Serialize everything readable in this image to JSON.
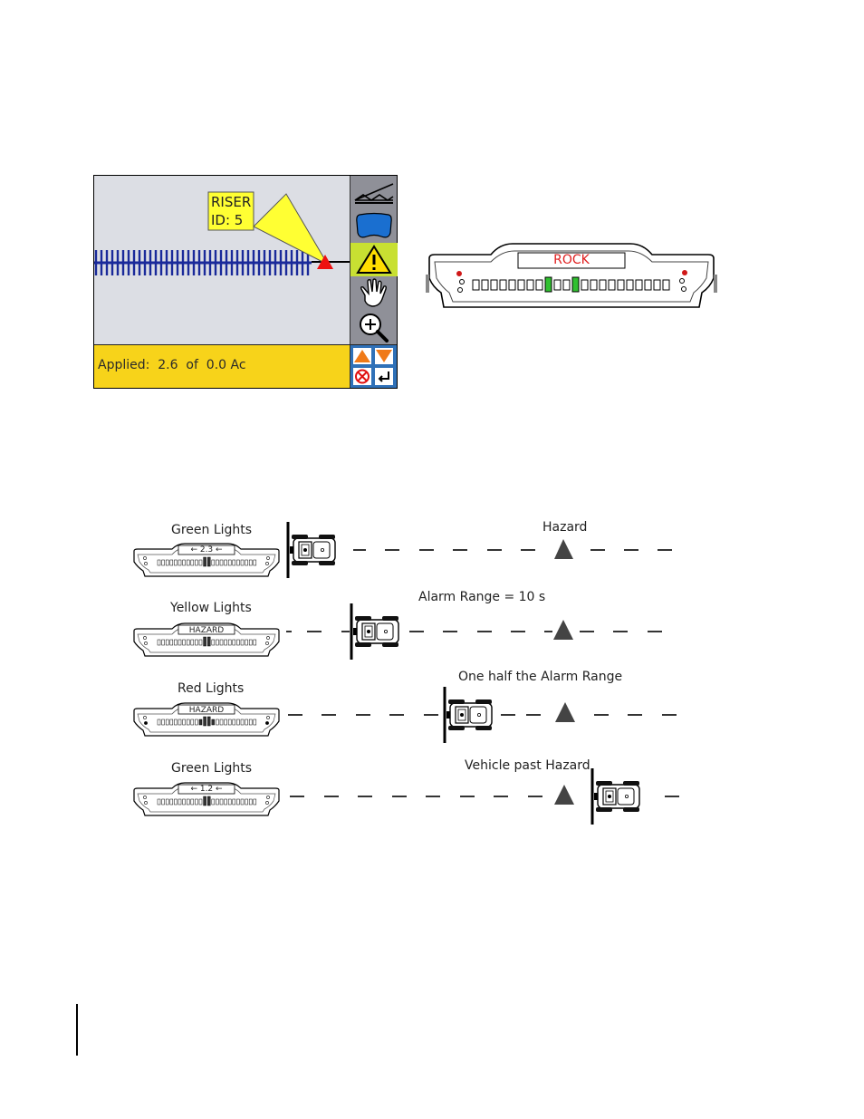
{
  "screen": {
    "marker": {
      "line1": "RISER",
      "line2": "ID: 5"
    },
    "status_text": "Applied:  2.6  of  0.0 Ac",
    "toolbar": [
      {
        "name": "boom-icon"
      },
      {
        "name": "field-boundary-icon"
      },
      {
        "name": "hazard-warning-icon",
        "active": true
      },
      {
        "name": "hand-pan-icon"
      },
      {
        "name": "zoom-in-icon"
      }
    ],
    "colors": {
      "background": "#dcdee4",
      "status": "#f7d31a",
      "toolbar": "#8f9098",
      "active": "#c8e032",
      "track": "#1a2a9a",
      "marker": "#ffff33",
      "nav": "#2f71b8"
    }
  },
  "lightbar": {
    "text": "ROCK"
  },
  "diagram": {
    "rows": [
      {
        "title": "Green Lights",
        "display": "← 2.3 ←",
        "annotation": "Hazard"
      },
      {
        "title": "Yellow Lights",
        "display": "HAZARD",
        "annotation": "Alarm Range = 10 s"
      },
      {
        "title": "Red Lights",
        "display": "HAZARD",
        "annotation": "One half the Alarm Range"
      },
      {
        "title": "Green Lights",
        "display": "← 1.2 ←",
        "annotation": "Vehicle past Hazard"
      }
    ]
  }
}
